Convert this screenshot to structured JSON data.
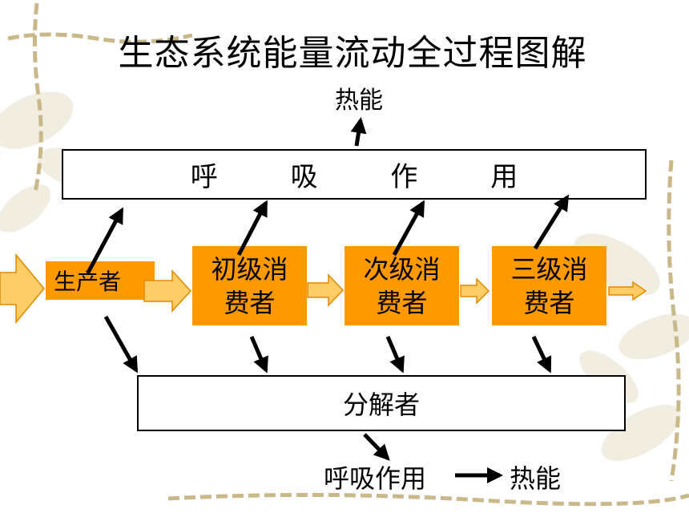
{
  "title": "生态系统能量流动全过程图解",
  "heat_top": "热能",
  "respiration_box": "呼 吸 作 用",
  "producer": "生产者",
  "consumers": [
    {
      "line1": "初级消",
      "line2": "费者"
    },
    {
      "line1": "次级消",
      "line2": "费者"
    },
    {
      "line1": "三级消",
      "line2": "费者"
    }
  ],
  "decomposer_box": "分解者",
  "bottom_respiration": "呼吸作用",
  "bottom_heat": "热能",
  "colors": {
    "node_fill": "#ff9900",
    "flow_arrow_fill": "#ffcc66",
    "flow_arrow_stroke": "#e08a00",
    "decor_vine": "#c9b98a"
  }
}
